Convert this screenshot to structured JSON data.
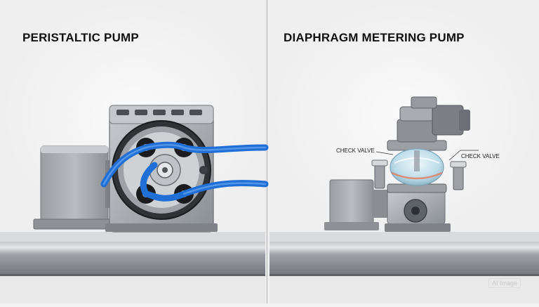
{
  "panels": {
    "left": {
      "title": "PERISTALTIC PUMP"
    },
    "right": {
      "title": "DIAPHRAGM METERING PUMP",
      "callouts": {
        "left": "CHECK VALVE",
        "right": "CHECK VALVE"
      }
    }
  },
  "watermark": "AI Image",
  "colors": {
    "background": "#f4f4f4",
    "metal_light": "#b4b8bd",
    "metal_dark": "#5e6369",
    "tubing_blue": "#1f6fd6",
    "rotor_black": "#1c1c1e",
    "fluid_tint": "#cfe6f2",
    "divider": "#d8d8d8"
  }
}
